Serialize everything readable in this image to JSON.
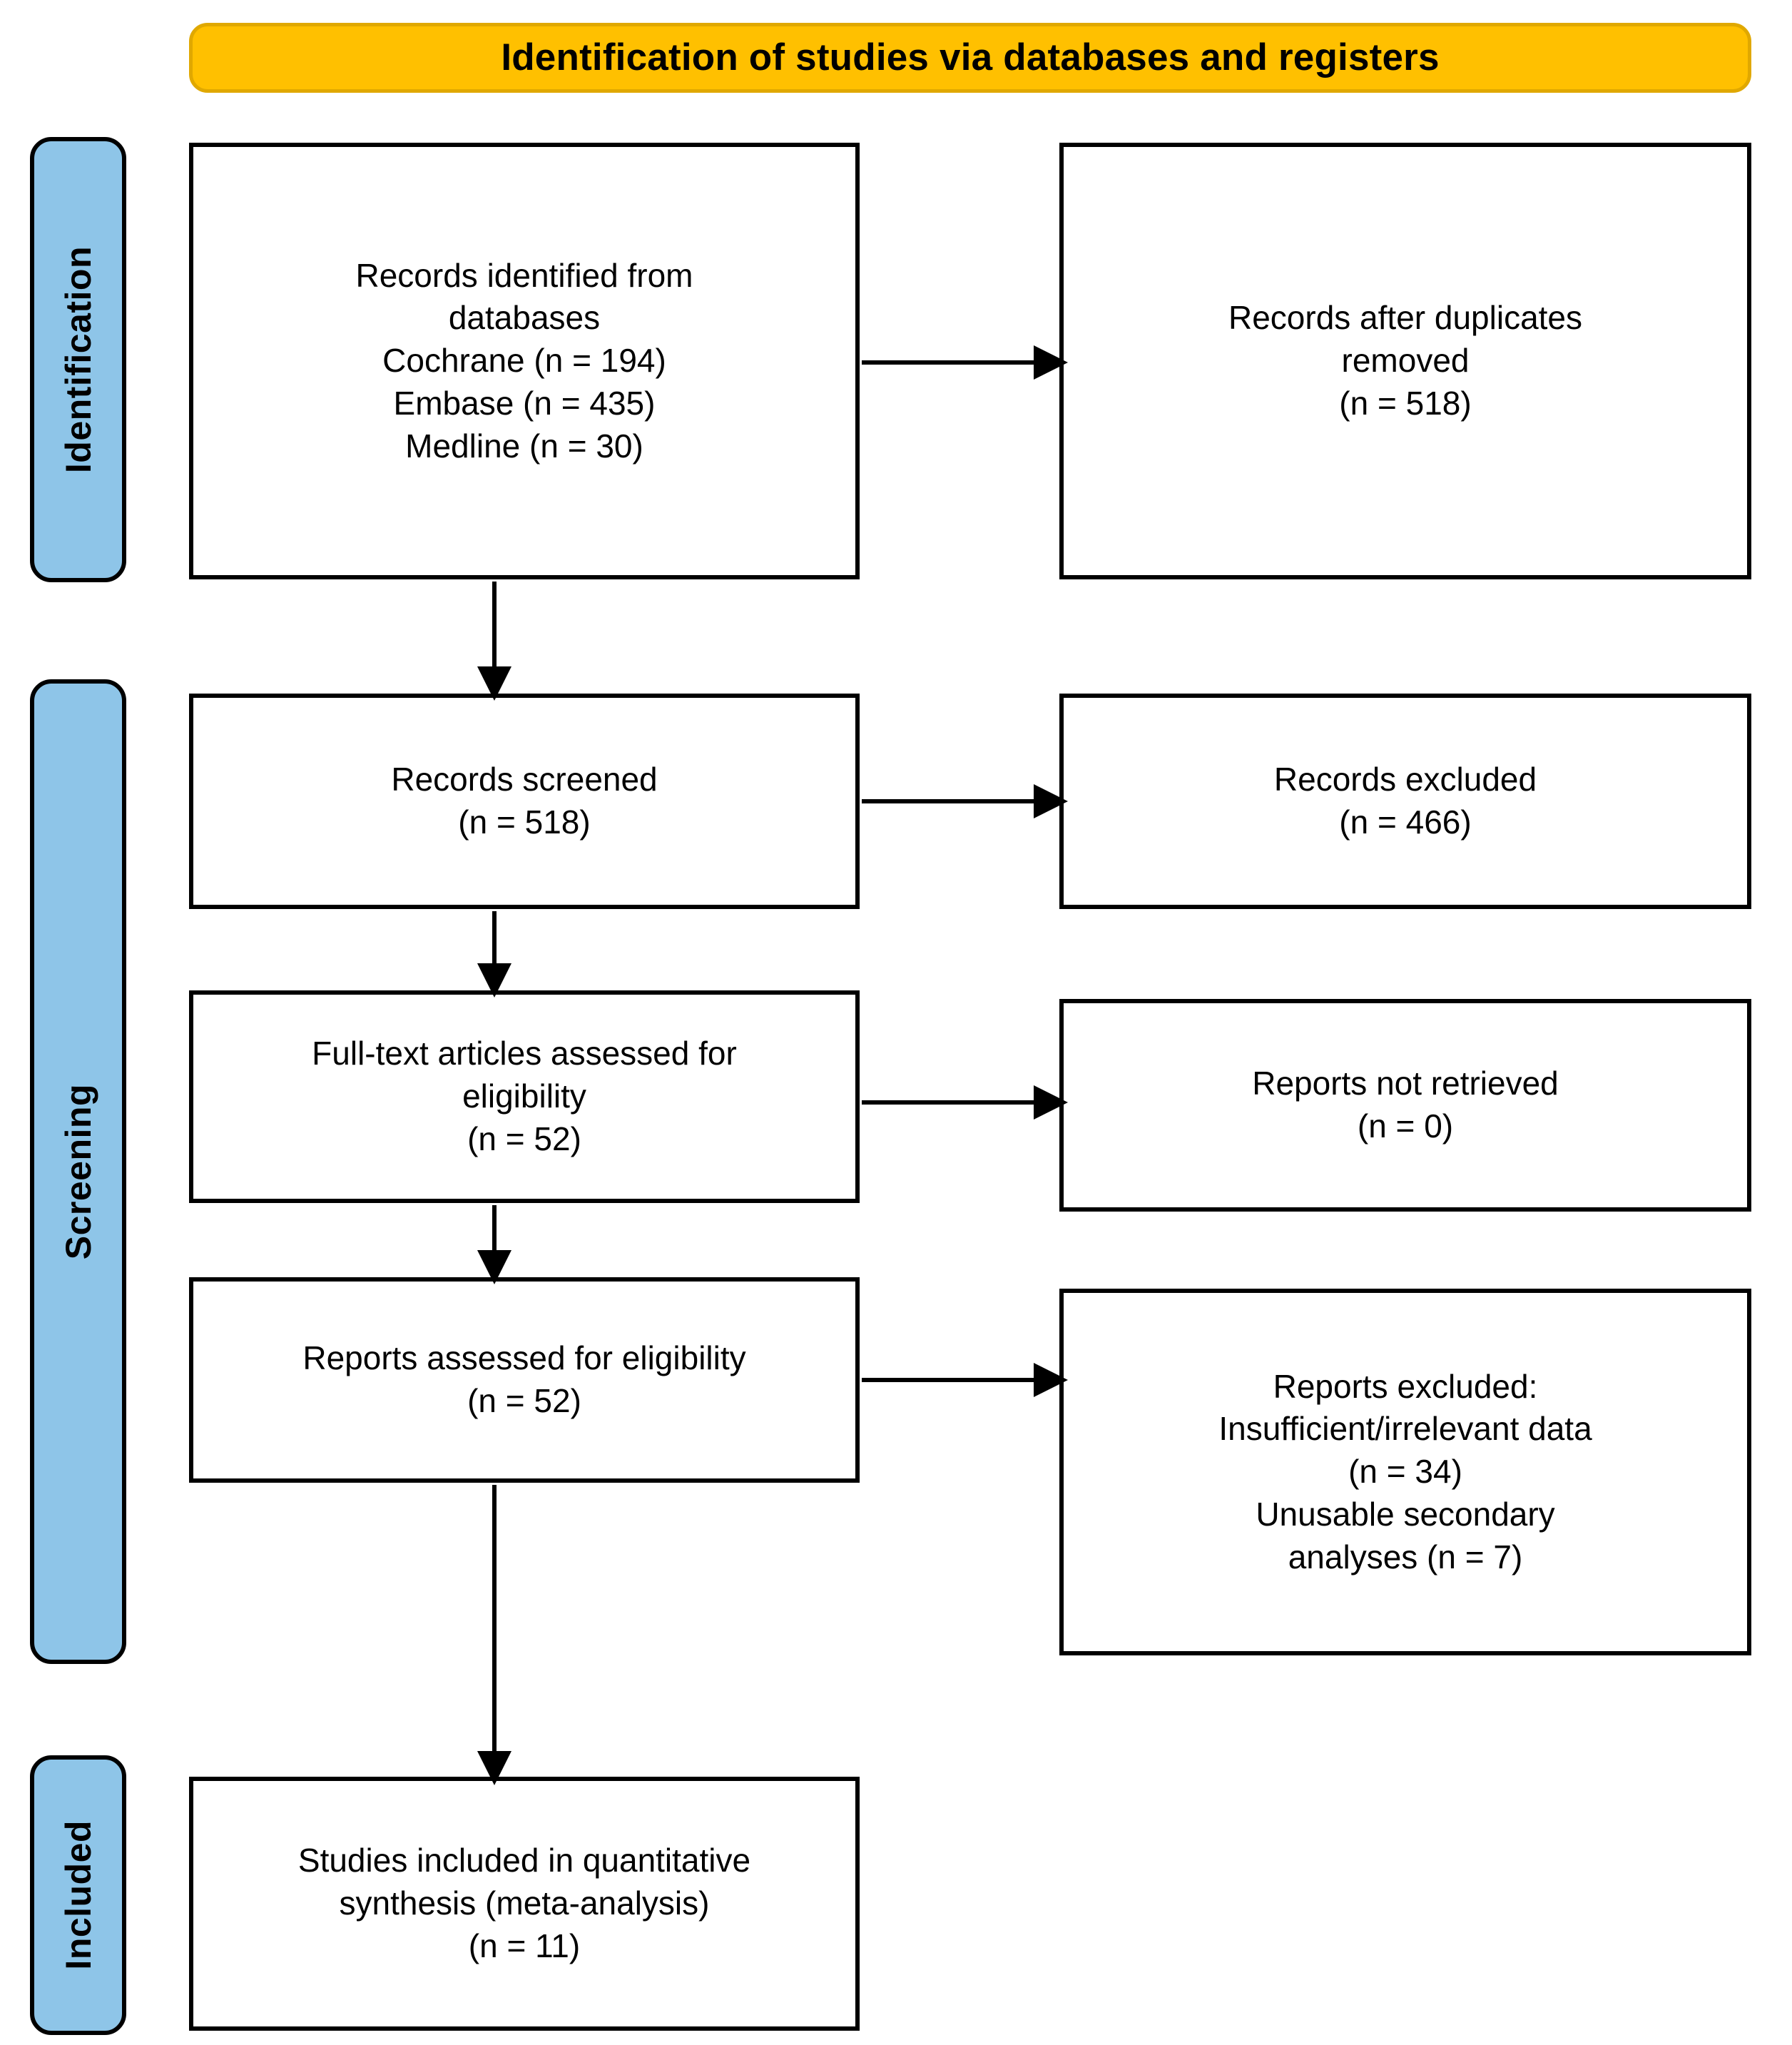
{
  "title": {
    "text": "Identification of studies via databases and registers",
    "background_color": "#FFC000",
    "border_color": "#E0A800"
  },
  "stages": [
    {
      "id": "identification",
      "label": "Identification",
      "color": "#8EC5E8"
    },
    {
      "id": "screening",
      "label": "Screening",
      "color": "#8EC5E8"
    },
    {
      "id": "included",
      "label": "Included",
      "color": "#8EC5E8"
    }
  ],
  "boxes": {
    "identified": {
      "text": "Records identified from\ndatabases\nCochrane (n = 194)\nEmbase (n = 435)\nMedline (n = 30)"
    },
    "duplicates": {
      "text": "Records after duplicates\nremoved\n(n = 518)"
    },
    "screened": {
      "text": "Records screened\n(n = 518)"
    },
    "excluded": {
      "text": "Records excluded\n(n = 466)"
    },
    "fulltext": {
      "text": "Full-text articles assessed for\neligibility\n(n = 52)"
    },
    "notretrieved": {
      "text": "Reports not retrieved\n(n = 0)"
    },
    "reports": {
      "text": "Reports assessed for eligibility\n(n = 52)"
    },
    "reportsexcluded": {
      "text": "Reports excluded:\nInsufficient/irrelevant data\n(n = 34)\nUnusable secondary\nanalyses (n = 7)"
    },
    "included": {
      "text": "Studies included in quantitative\nsynthesis (meta-analysis)\n(n = 11)"
    }
  },
  "counts": {
    "cochrane": 194,
    "embase": 435,
    "medline": 30,
    "after_duplicates": 518,
    "screened": 518,
    "records_excluded": 466,
    "fulltext_assessed": 52,
    "reports_not_retrieved": 0,
    "reports_assessed": 52,
    "excluded_insufficient_data": 34,
    "excluded_unusable_secondary": 7,
    "included_studies": 11
  }
}
